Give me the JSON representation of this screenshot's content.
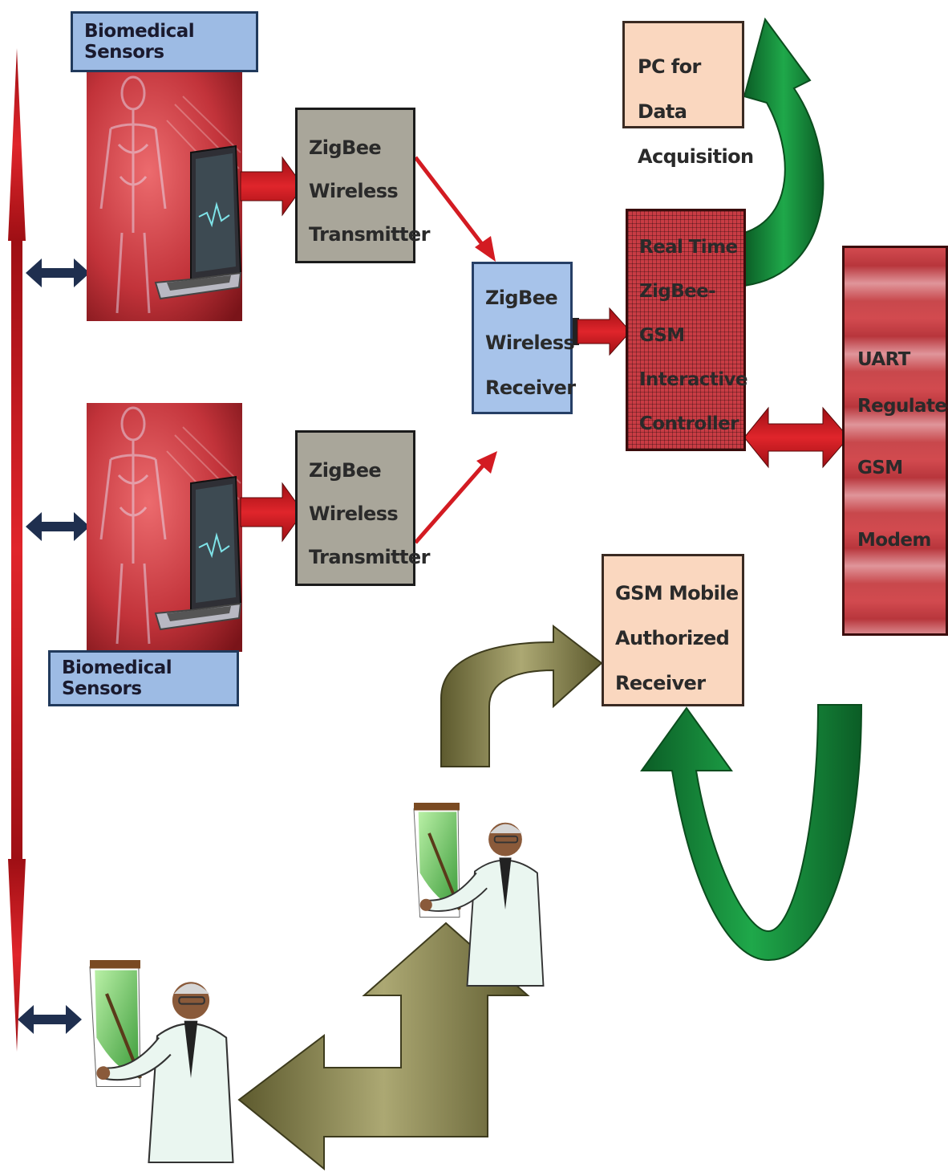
{
  "labels": {
    "sensors_top": "Biomedical Sensors",
    "sensors_bottom": "Biomedical Sensors"
  },
  "transmitter_1": {
    "lines": [
      "ZigBee",
      "Wireless",
      "Transmitter"
    ]
  },
  "transmitter_2": {
    "lines": [
      "ZigBee",
      "Wireless",
      "Transmitter"
    ]
  },
  "receiver": {
    "lines": [
      "ZigBee",
      "Wireless",
      "Receiver"
    ]
  },
  "controller": {
    "lines": [
      "Real Time",
      "ZigBee-",
      "GSM",
      "Interactive",
      "Controller"
    ]
  },
  "modem": {
    "lines": [
      "UART",
      "Regulated",
      "GSM",
      "Modem"
    ]
  },
  "pc": {
    "lines": [
      "PC for Data",
      "Acquisition"
    ]
  },
  "mobile": {
    "lines": [
      "GSM Mobile",
      "Authorized",
      "Receiver"
    ]
  },
  "colors": {
    "red_arrow": "#c2141b",
    "navy_arrow": "#1f2f4f",
    "green_arrow": "#128a3a",
    "olive_arrow": "#8e8a55",
    "sensor_bg": "#b3262d"
  },
  "icons": [
    "body-scan-icon",
    "laptop-icon",
    "doctor-icon"
  ]
}
